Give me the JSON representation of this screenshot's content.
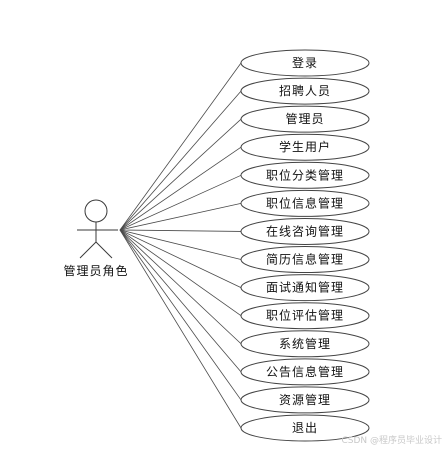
{
  "actor": {
    "label": "管理员角色"
  },
  "use_cases": [
    {
      "label": "登录"
    },
    {
      "label": "招聘人员"
    },
    {
      "label": "管理员"
    },
    {
      "label": "学生用户"
    },
    {
      "label": "职位分类管理"
    },
    {
      "label": "职位信息管理"
    },
    {
      "label": "在线咨询管理"
    },
    {
      "label": "简历信息管理"
    },
    {
      "label": "面试通知管理"
    },
    {
      "label": "职位评估管理"
    },
    {
      "label": "系统管理"
    },
    {
      "label": "公告信息管理"
    },
    {
      "label": "资源管理"
    },
    {
      "label": "退出"
    }
  ],
  "watermark": "CSDN @程序员毕业设计"
}
